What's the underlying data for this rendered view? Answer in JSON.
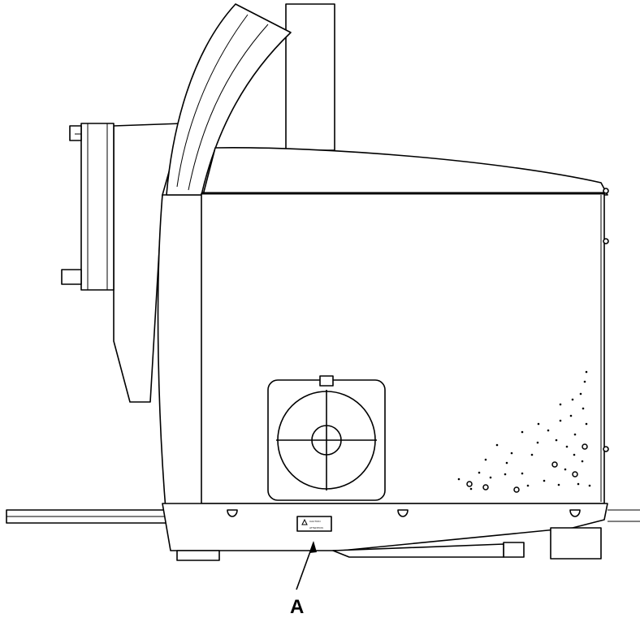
{
  "callouts": [
    {
      "label": "A"
    }
  ],
  "warning_label": {
    "line1": "CAUTION",
    "line2": "ATTENTION"
  },
  "colors": {
    "line": "#000000",
    "background": "#ffffff"
  }
}
